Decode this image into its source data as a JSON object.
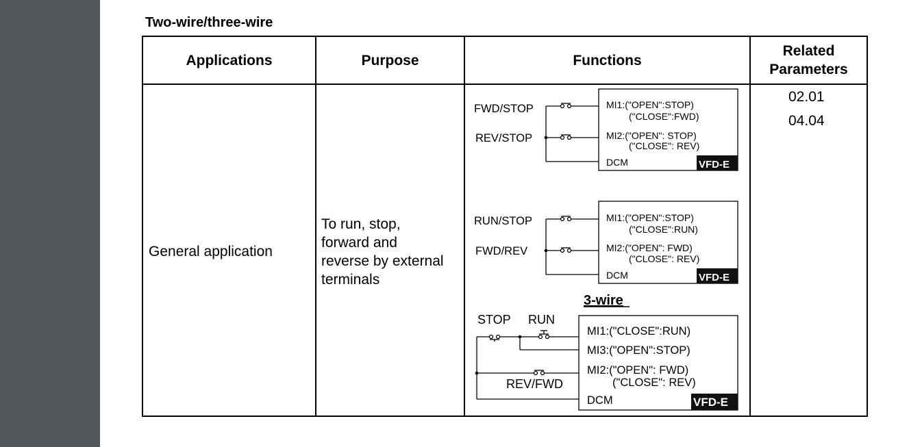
{
  "section_title": "Two-wire/three-wire",
  "headers": {
    "applications": "Applications",
    "purpose": "Purpose",
    "functions": "Functions",
    "related_line1": "Related",
    "related_line2": "Parameters"
  },
  "row": {
    "application": "General application",
    "purpose_lines": [
      "To run, stop,",
      "forward and",
      "reverse by external",
      "terminals"
    ],
    "parameters": [
      "02.01",
      "04.04"
    ]
  },
  "diagram1": {
    "label_top": "FWD/STOP",
    "label_bottom": "REV/STOP",
    "mi1_line1": "MI1:(\"OPEN\":STOP)",
    "mi1_line2": "(\"CLOSE\":FWD)",
    "mi2_line1": "MI2:(\"OPEN\": STOP)",
    "mi2_line2": "(\"CLOSE\": REV)",
    "dcm": "DCM",
    "badge": "VFD-E"
  },
  "diagram2": {
    "label_top": "RUN/STOP",
    "label_bottom": "FWD/REV",
    "mi1_line1": "MI1:(\"OPEN\":STOP)",
    "mi1_line2": "(\"CLOSE\":RUN)",
    "mi2_line1": "MI2:(\"OPEN\": FWD)",
    "mi2_line2": "(\"CLOSE\": REV)",
    "dcm": "DCM",
    "badge": "VFD-E"
  },
  "diagram3": {
    "title": "3-wire",
    "label_stop": "STOP",
    "label_run": "RUN",
    "label_revfwd": "REV/FWD",
    "mi1": "MI1:(\"CLOSE\":RUN)",
    "mi3": "MI3:(\"OPEN\":STOP)",
    "mi2_line1": "MI2:(\"OPEN\": FWD)",
    "mi2_line2": "(\"CLOSE\": REV)",
    "dcm": "DCM",
    "badge": "VFD-E"
  },
  "colors": {
    "sidebar": "#54575a",
    "line": "#000000",
    "badge_bg": "#111111",
    "badge_text": "#ffffff"
  }
}
